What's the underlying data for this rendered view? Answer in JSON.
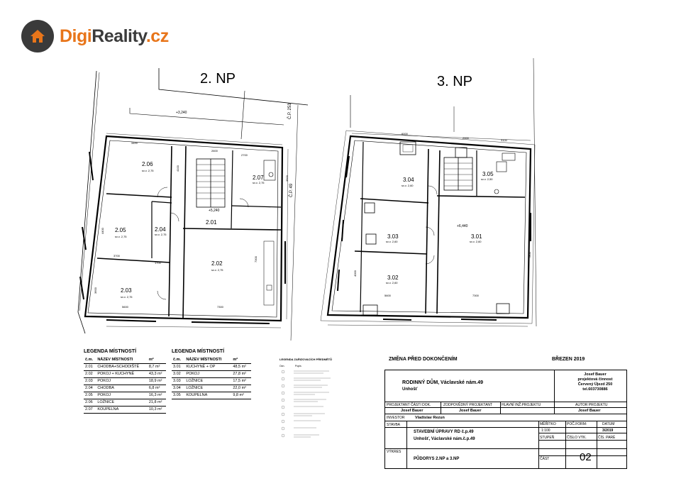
{
  "logo": {
    "part1": "Digi",
    "part2": "Reality",
    "part3": ".cz",
    "icon": "house-icon",
    "colors": {
      "orange": "#e8751a",
      "dark": "#3b3b3b"
    }
  },
  "floors": {
    "np2": {
      "title": "2. NP",
      "rooms": [
        {
          "id": "2.06",
          "h": "sv.v. 2,75"
        },
        {
          "id": "2.05",
          "h": "sv.v. 2,75"
        },
        {
          "id": "2.04",
          "h": "sv.v. 2,75"
        },
        {
          "id": "2.03",
          "h": "sv.v. 2,75"
        },
        {
          "id": "2.02",
          "h": "sv.v. 2,75"
        },
        {
          "id": "2.01",
          "h": ""
        },
        {
          "id": "2.07",
          "h": "sv.v. 2,75"
        }
      ],
      "level_left": "+3,240",
      "level_stair": "+5,240",
      "cp": "Č.P. 253",
      "cp2": "Č.P. 49",
      "dims": [
        "3400",
        "2600",
        "2700",
        "3700",
        "1700",
        "5600",
        "7300",
        "4400",
        "3600",
        "4100",
        "7300",
        "3500"
      ]
    },
    "np3": {
      "title": "3. NP",
      "rooms": [
        {
          "id": "3.04",
          "h": "sv.v. 2,60"
        },
        {
          "id": "3.05",
          "h": "sv.v. 2,50"
        },
        {
          "id": "3.03",
          "h": "sv.v. 2,60"
        },
        {
          "id": "3.01",
          "h": "sv.v. 2,60"
        },
        {
          "id": "3.02",
          "h": "sv.v. 2,60"
        }
      ],
      "level": "+6,440",
      "dims": [
        "6000",
        "2900",
        "3100",
        "5600",
        "7300",
        "7800",
        "4000"
      ]
    }
  },
  "legend2": {
    "title": "LEGENDA MÍSTNOSTÍ",
    "head": [
      "č.m.",
      "NÁZEV MÍSTNOSTI",
      "m²"
    ],
    "rows": [
      [
        "2.01",
        "CHODBA+SCHODIŠTĚ",
        "8,7 m²"
      ],
      [
        "2.02",
        "POKOJ + KUCHYNĚ",
        "43,3 m²"
      ],
      [
        "2.03",
        "POKOJ",
        "18,9 m²"
      ],
      [
        "2.04",
        "CHODBA",
        "6,8 m²"
      ],
      [
        "2.05",
        "POKOJ",
        "16,3 m²"
      ],
      [
        "2.06",
        "LOŽNICE",
        "21,8 m²"
      ],
      [
        "2.07",
        "KOUPELNA",
        "10,3 m²"
      ]
    ]
  },
  "legend3": {
    "title": "LEGENDA MÍSTNOSTÍ",
    "head": [
      "č.m.",
      "NÁZEV MÍSTNOSTI",
      "m²"
    ],
    "rows": [
      [
        "3.01",
        "KUCHYNĚ + OP",
        "48,5 m²"
      ],
      [
        "3.02",
        "POKOJ",
        "27,8 m²"
      ],
      [
        "3.03",
        "LOŽNICE",
        "17,5 m²"
      ],
      [
        "3.04",
        "LOŽNICE",
        "22,0 m²"
      ],
      [
        "3.05",
        "KOUPELNA",
        "9,8 m²"
      ]
    ]
  },
  "legend_items": {
    "title": "LEGENDA ZAŘIZOVACÍCH PŘEDMĚTŮ",
    "c1": "Ozn.",
    "c2": "Popis"
  },
  "title_block": {
    "change": "ZMĚNA PŘED DOKONČENÍM",
    "date_top": "BŘEZEN 2019",
    "project": "RODINNÝ DŮM, Václavské nám.49",
    "project_town": "Unhošť",
    "author_name": "Josef Bauer",
    "author_l2": "projektová činnost",
    "author_l3": "Červený Újezd 250",
    "author_l4": "tel.603730886",
    "h_proj_part": "PROJEKTANT ČÁSTI DOK.",
    "h_resp": "ZODPOVĚDNÝ PROJEKTANT",
    "h_chief": "HLAVNÍ INŽ.PROJEKTU",
    "h_author": "AUTOR PROJEKTU",
    "v_proj_part": "Josef Bauer",
    "v_resp": "Josef Bauer",
    "v_author": "Josef Bauer",
    "investor_label": "INVESTOR",
    "investor": "Vladislav Rezun",
    "stavba_label": "STAVBA",
    "stavba": "STAVEBNÍ ÚPRAVY RD č.p.49",
    "stavba_place": "Unhošť, Václavské nám.č.p.49",
    "vykres_label": "VÝKRES",
    "vykres": "PŮDORYS 2.NP a 3.NP",
    "meritko_label": "MĚŘÍTKO",
    "meritko": "1:100",
    "format_label": "POČ.FORM:",
    "datum_label": "DATUM",
    "datum": "3/2019",
    "stupen_label": "STUPEŇ",
    "cislo_label": "ČÍSLO VÝK.",
    "pare_label": "ČÍS. PARÉ",
    "cast_label": "ČÁST",
    "cast": "02"
  }
}
